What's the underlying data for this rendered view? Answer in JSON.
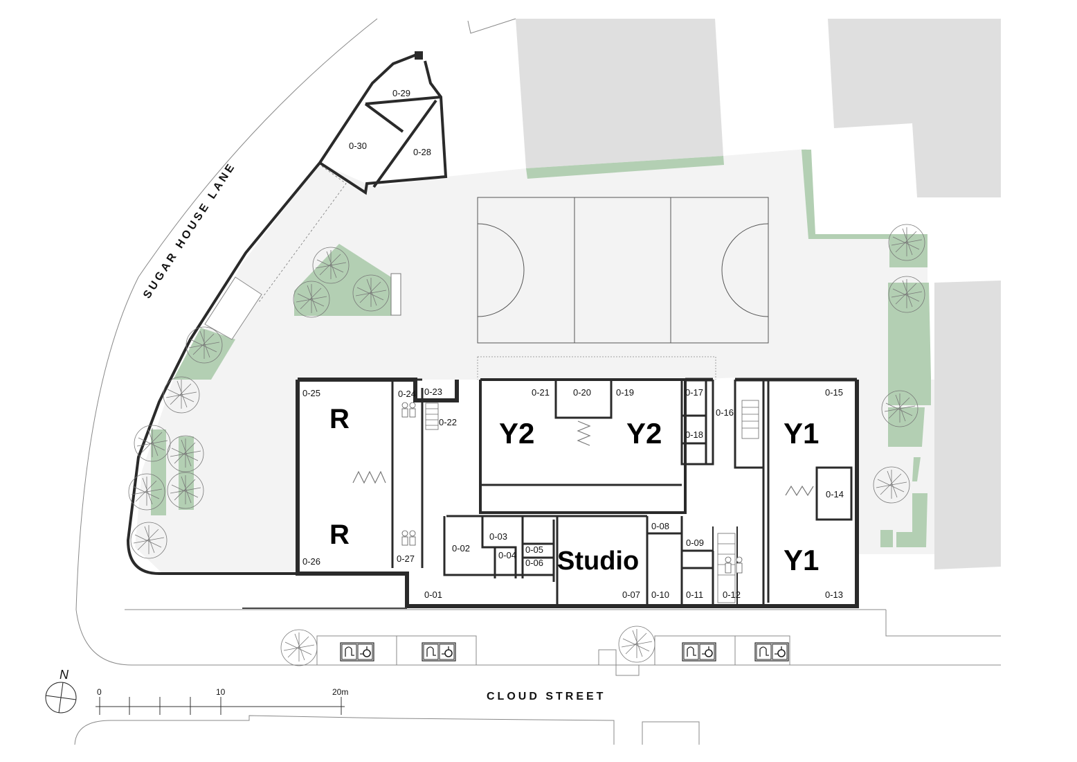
{
  "plan": {
    "streets": {
      "west": "SUGAR HOUSE LANE",
      "south": "CLOUD STREET"
    },
    "north_label": "N",
    "scale_bar": {
      "labels": [
        "0",
        "10",
        "20m"
      ]
    },
    "classrooms": {
      "r_top": "R",
      "r_bottom": "R",
      "y2_left": "Y2",
      "y2_right": "Y2",
      "y1_top": "Y1",
      "y1_bottom": "Y1",
      "studio": "Studio"
    },
    "rooms": {
      "r01": "0-01",
      "r02": "0-02",
      "r03": "0-03",
      "r04": "0-04",
      "r05": "0-05",
      "r06": "0-06",
      "r07": "0-07",
      "r08": "0-08",
      "r09": "0-09",
      "r10": "0-10",
      "r11": "0-11",
      "r12": "0-12",
      "r13": "0-13",
      "r14": "0-14",
      "r15": "0-15",
      "r16": "0-16",
      "r17": "0-17",
      "r18": "0-18",
      "r19": "0-19",
      "r20": "0-20",
      "r21": "0-21",
      "r22": "0-22",
      "r23": "0-23",
      "r24": "0-24",
      "r25": "0-25",
      "r26": "0-26",
      "r27": "0-27",
      "r28": "0-28",
      "r29": "0-29",
      "r30": "0-30"
    },
    "parking_bays": [
      {
        "icon": "parking-disabled-icon"
      },
      {
        "icon": "parking-disabled-icon"
      },
      {
        "icon": "parking-disabled-icon"
      },
      {
        "icon": "parking-disabled-icon"
      }
    ],
    "colors": {
      "wall": "#2a2a2a",
      "landscape_green": "#b3cfb3",
      "paving": "#f3f3f3",
      "neighbour_building": "#dfdfdf"
    }
  }
}
